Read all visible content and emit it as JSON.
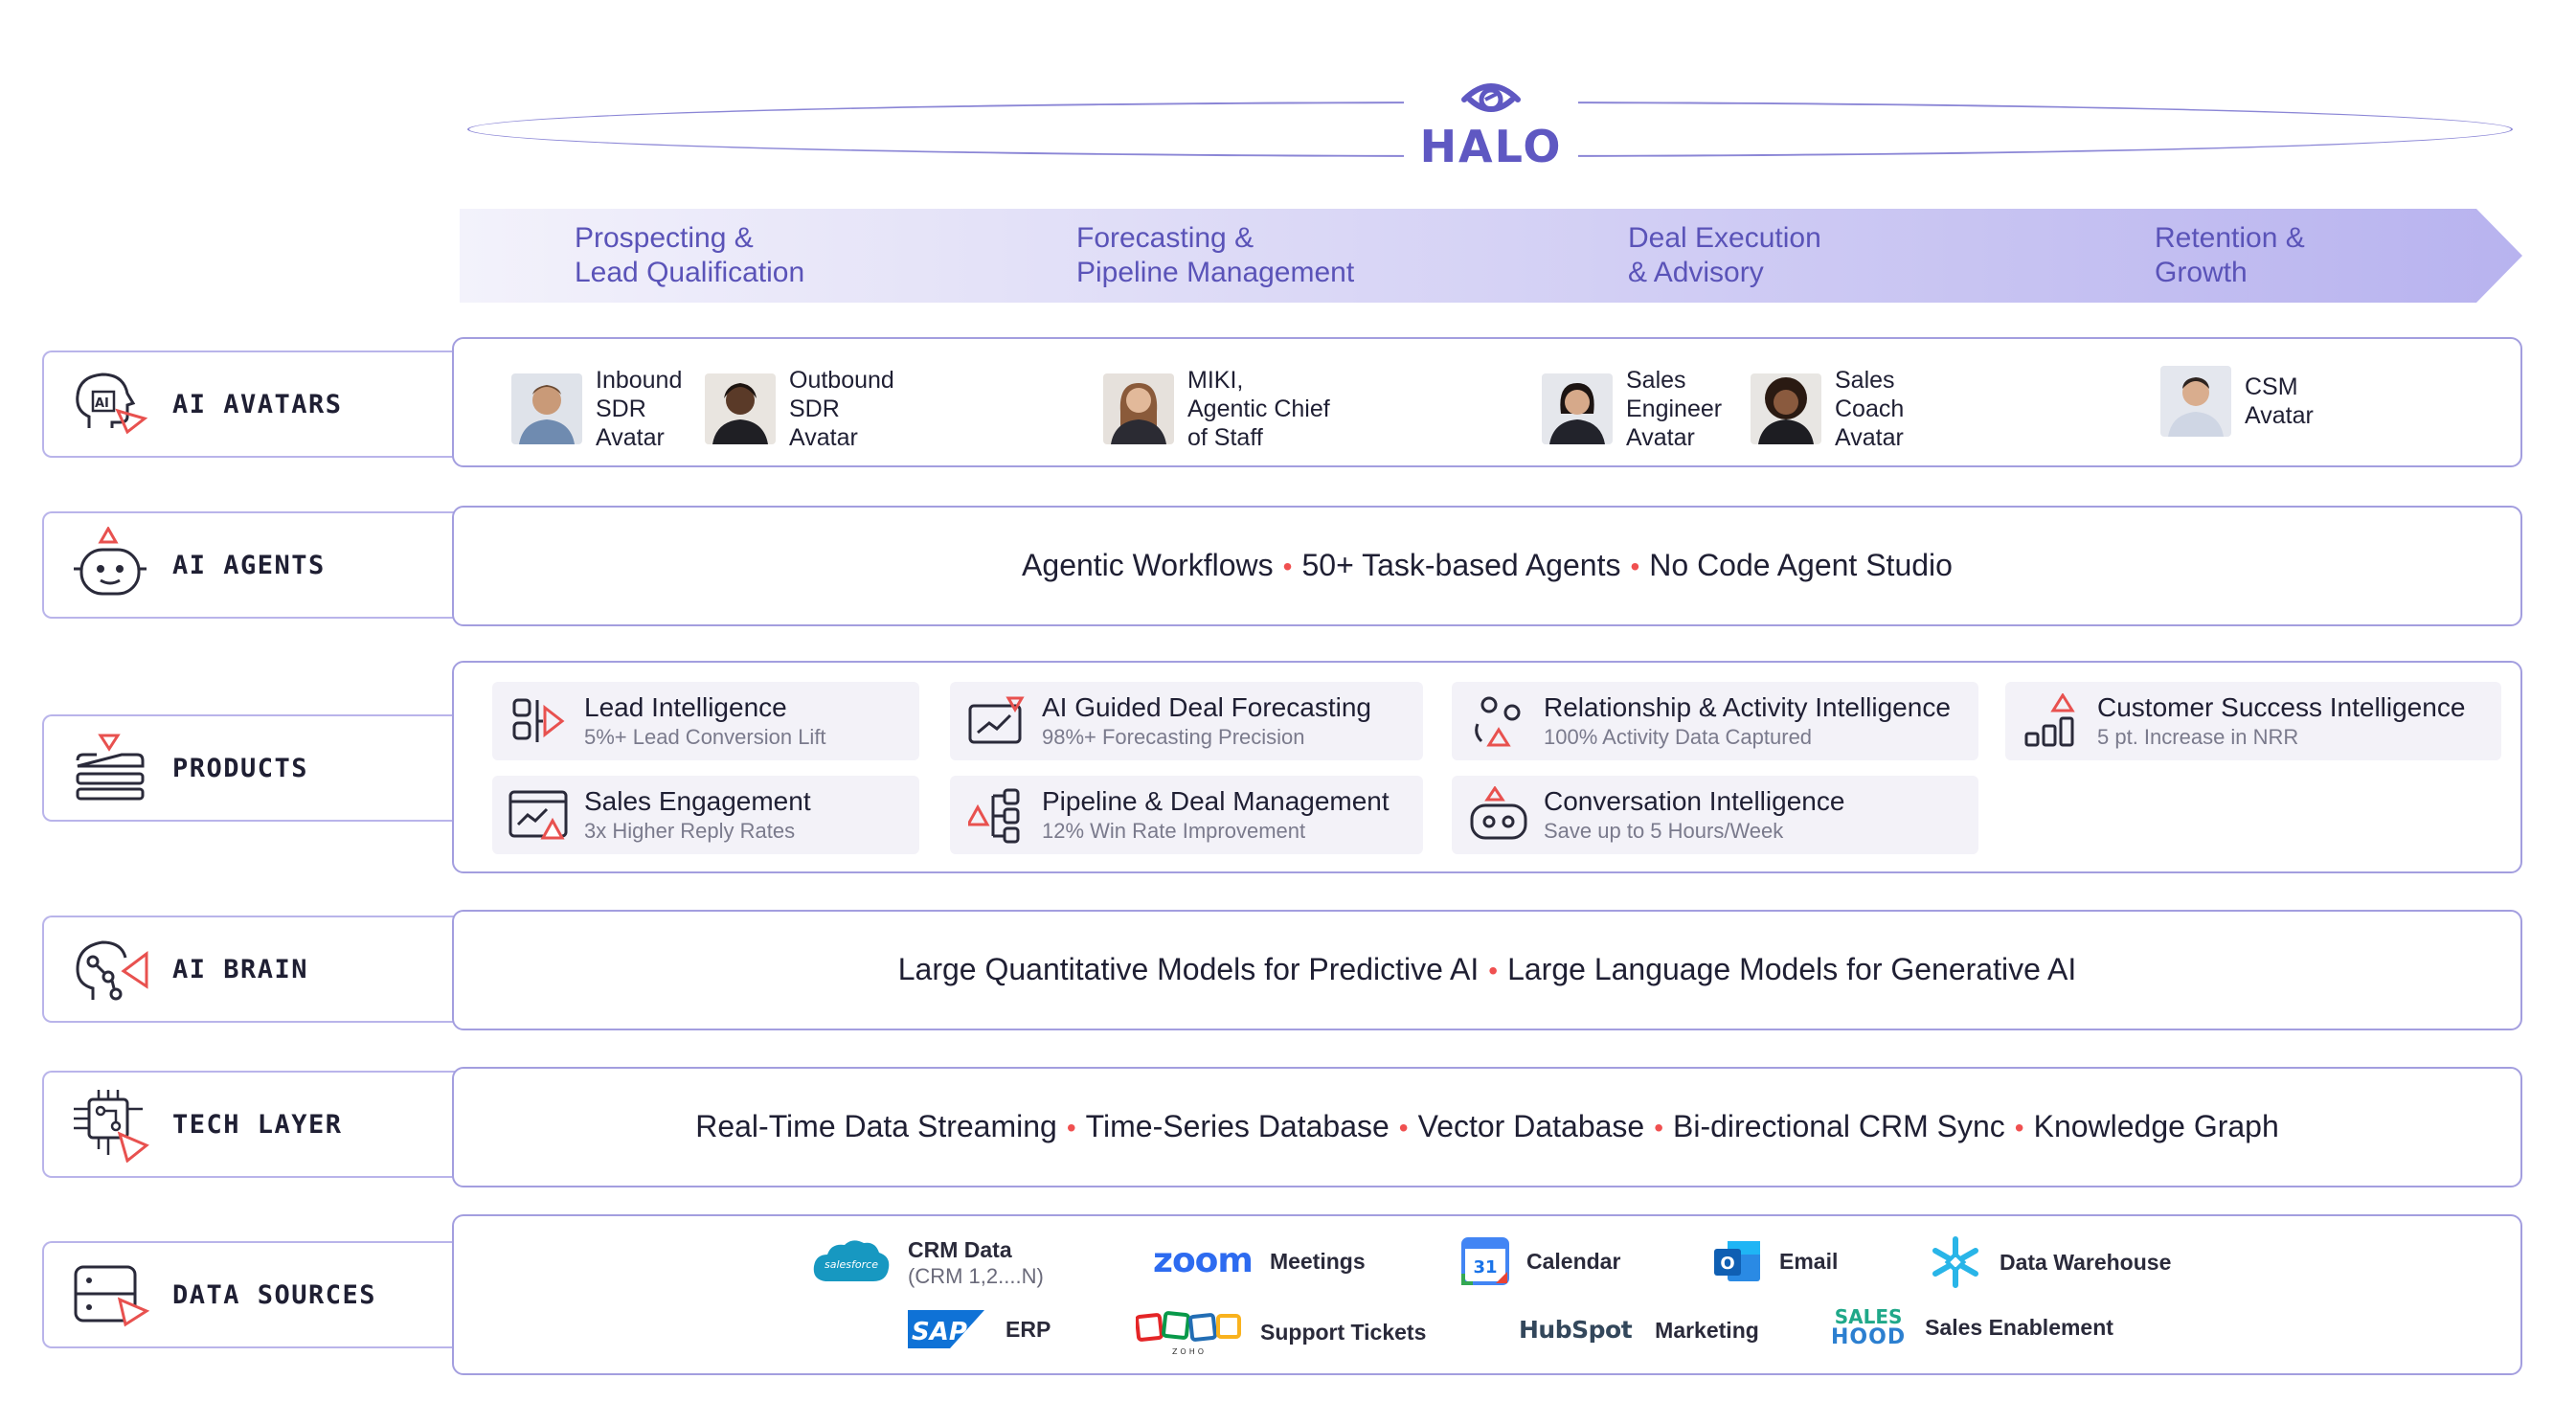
{
  "brand": {
    "name": "HALO",
    "color": "#5f58c2"
  },
  "stages": [
    {
      "line1": "Prospecting &",
      "line2": "Lead Qualification"
    },
    {
      "line1": "Forecasting &",
      "line2": "Pipeline Management"
    },
    {
      "line1": "Deal Execution",
      "line2": "& Advisory"
    },
    {
      "line1": "Retention &",
      "line2": "Growth"
    }
  ],
  "rows": {
    "avatars": {
      "label": "AI AVATARS",
      "items": [
        {
          "line1": "Inbound",
          "line2": "SDR",
          "line3": "Avatar"
        },
        {
          "line1": "Outbound",
          "line2": "SDR",
          "line3": "Avatar"
        },
        {
          "line1": "MIKI,",
          "line2": "Agentic Chief",
          "line3": "of Staff"
        },
        {
          "line1": "Sales",
          "line2": "Engineer",
          "line3": "Avatar"
        },
        {
          "line1": "Sales",
          "line2": "Coach",
          "line3": "Avatar"
        },
        {
          "line1": "CSM",
          "line2": "Avatar"
        }
      ]
    },
    "agents": {
      "label": "AI AGENTS",
      "items": [
        "Agentic Workflows",
        "50+ Task-based Agents",
        "No Code Agent Studio"
      ]
    },
    "products": {
      "label": "PRODUCTS",
      "items": [
        {
          "title": "Lead Intelligence",
          "sub": "5%+ Lead Conversion Lift",
          "icon": "lead-icon"
        },
        {
          "title": "AI Guided Deal Forecasting",
          "sub": "98%+ Forecasting Precision",
          "icon": "forecast-chart-icon"
        },
        {
          "title": "Relationship & Activity Intelligence",
          "sub": "100% Activity Data Captured",
          "icon": "relationship-icon"
        },
        {
          "title": "Customer Success Intelligence",
          "sub": "5 pt. Increase in NRR",
          "icon": "growth-bars-icon"
        },
        {
          "title": "Sales Engagement",
          "sub": "3x Higher Reply Rates",
          "icon": "engagement-window-icon"
        },
        {
          "title": "Pipeline & Deal Management",
          "sub": "12% Win Rate Improvement",
          "icon": "pipeline-icon"
        },
        {
          "title": "Conversation Intelligence",
          "sub": "Save up to 5 Hours/Week",
          "icon": "conversation-bot-icon"
        }
      ]
    },
    "brain": {
      "label": "AI BRAIN",
      "items": [
        "Large Quantitative Models for Predictive AI",
        "Large Language Models for Generative AI"
      ]
    },
    "tech": {
      "label": "TECH LAYER",
      "items": [
        "Real-Time Data Streaming",
        "Time-Series Database",
        "Vector Database",
        "Bi-directional CRM Sync",
        "Knowledge Graph"
      ]
    },
    "sources": {
      "label": "DATA SOURCES",
      "items": [
        {
          "name": "CRM Data",
          "sub": "(CRM 1,2....N)",
          "logo": "salesforce",
          "logo_text": "salesforce"
        },
        {
          "name": "Meetings",
          "logo": "zoom",
          "logo_text": "zoom"
        },
        {
          "name": "Calendar",
          "logo": "google-calendar",
          "logo_text": "31"
        },
        {
          "name": "Email",
          "logo": "outlook",
          "logo_text": "O"
        },
        {
          "name": "Data Warehouse",
          "logo": "snowflake"
        },
        {
          "name": "ERP",
          "logo": "sap",
          "logo_text": "SAP"
        },
        {
          "name": "Support Tickets",
          "logo": "zoho",
          "logo_text": "ZOHO"
        },
        {
          "name": "Marketing",
          "logo": "hubspot",
          "logo_text": "HubSpot"
        },
        {
          "name": "Sales Enablement",
          "logo": "saleshood",
          "logo_text_top": "SALES",
          "logo_text_bottom": "HOOD"
        }
      ]
    }
  },
  "colors": {
    "accent": "#5f58c2",
    "border": "#a39edf",
    "dot": "#f05050",
    "icon_red": "#e8514f"
  }
}
